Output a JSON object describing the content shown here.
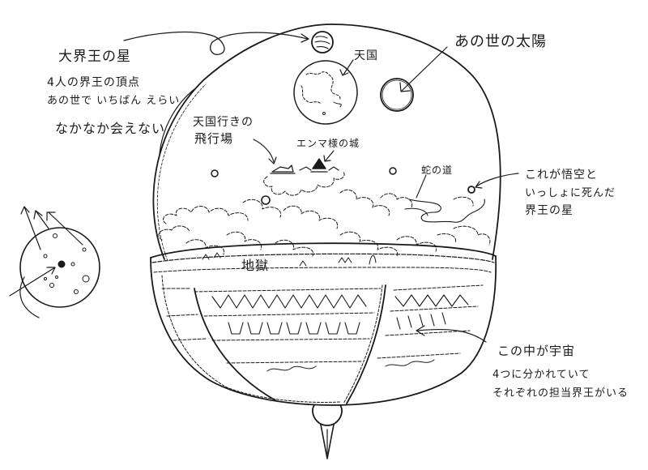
{
  "diagram": {
    "title": "",
    "style": "hand-drawn pencil sketch",
    "colors": {
      "ink": "#1a1a1a",
      "paper": "#ffffff"
    },
    "labels": {
      "daikaio_planet": "大界王の星",
      "daikaio_desc_1": "4人の界王の頂点",
      "daikaio_desc_2": "あの世で いちばん えらい",
      "daikaio_desc_3": "なかなか会えない",
      "otherworld_sun": "あの世の太陽",
      "heaven": "天国",
      "heaven_airport_1": "天国行きの",
      "heaven_airport_2": "飛行場",
      "enma_castle": "エンマ様の城",
      "snake_way": "蛇の道",
      "kaio_planet_1": "これが悟空と",
      "kaio_planet_2": "いっしょに死んだ",
      "kaio_planet_3": "界王の星",
      "hell": "地獄",
      "universe": "この中が宇宙",
      "universe_desc_1": "4つに分かれていて",
      "universe_desc_2": "それぞれの担当界王がいる"
    },
    "elements": [
      {
        "name": "outer-sphere",
        "description": "large sphere enclosing the afterlife"
      },
      {
        "name": "daikaio-planet",
        "description": "small striped planet at top"
      },
      {
        "name": "heaven-planet",
        "description": "large planet labeled heaven"
      },
      {
        "name": "otherworld-sun",
        "description": "circle labeled sun of the other world"
      },
      {
        "name": "cloud-layer",
        "description": "clouds with Enma castle and Snake Way"
      },
      {
        "name": "universe-bowl",
        "description": "bowl divided into 4 quadrants"
      },
      {
        "name": "bottom-finial",
        "description": "ornamental drop at bottom of sphere"
      },
      {
        "name": "side-sphere",
        "description": "small sphere diagram with arrows at left"
      }
    ]
  }
}
